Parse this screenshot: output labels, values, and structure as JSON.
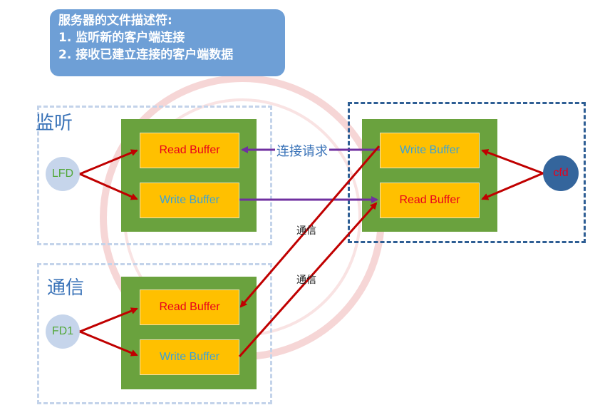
{
  "callout": {
    "line1": "服务器的文件描述符:",
    "line2": "1. 监听新的客户端连接",
    "line3": "2. 接收已建立连接的客户端数据"
  },
  "listen_zone": {
    "label": "监听",
    "node": "LFD",
    "read_buffer": "Read Buffer",
    "write_buffer": "Write Buffer"
  },
  "comm_zone": {
    "label": "通信",
    "node": "FD1",
    "read_buffer": "Read Buffer",
    "write_buffer": "Write Buffer"
  },
  "client_zone": {
    "node": "cfd",
    "write_buffer": "Write Buffer",
    "read_buffer": "Read Buffer"
  },
  "edge_labels": {
    "connect_request": "连接请求",
    "comm_1": "通信",
    "comm_2": "通信"
  },
  "colors": {
    "arrow": "#c00000",
    "purple_arrow": "#7030a0",
    "buffer": "#ffc000",
    "green": "#6aa23e"
  }
}
